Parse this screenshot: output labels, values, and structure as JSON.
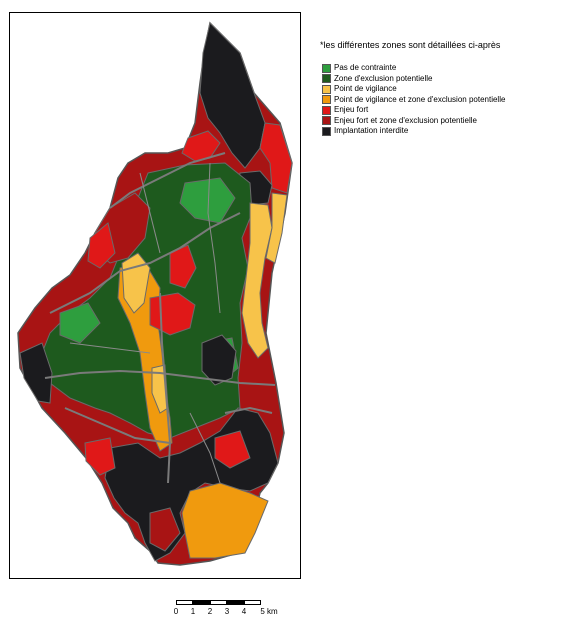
{
  "legend": {
    "title": "*les différentes zones sont détaillées ci-après",
    "items": [
      {
        "label": "Pas de contrainte",
        "color": "#2e9e3e",
        "key": "none"
      },
      {
        "label": "Zone d'exclusion potentielle",
        "color": "#1e5a1e",
        "key": "excl"
      },
      {
        "label": "Point de vigilance",
        "color": "#f7c34a",
        "key": "vig"
      },
      {
        "label": "Point de vigilance et zone d'exclusion potentielle",
        "color": "#f09a0e",
        "key": "vigexcl"
      },
      {
        "label": "Enjeu fort",
        "color": "#e01818",
        "key": "fort"
      },
      {
        "label": "Enjeu fort et zone d'exclusion potentielle",
        "color": "#a81414",
        "key": "fortexcl"
      },
      {
        "label": "Implantation interdite",
        "color": "#1b1b1e",
        "key": "interdit"
      }
    ]
  },
  "scale": {
    "ticks": [
      "0",
      "1",
      "2",
      "3",
      "4",
      "5 km"
    ]
  },
  "map": {
    "boundary_color": "#7a7a7a"
  }
}
